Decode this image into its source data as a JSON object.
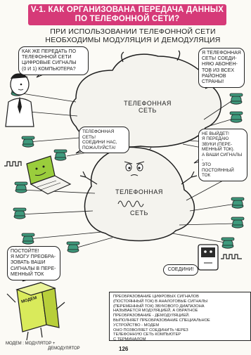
{
  "title": {
    "line1": "V-1. КАК ОРГАНИЗОВАНА ПЕРЕДАЧА ДАННЫХ",
    "line2": "ПО ТЕЛЕФОННОЙ СЕТИ?"
  },
  "subtitle": {
    "line1": "ПРИ ИСПОЛЬЗОВАНИИ ТЕЛЕФОННОЙ СЕТИ",
    "line2": "НЕОБХОДИМЫ МОДУЛЯЦИЯ И ДЕМОДУЛЯЦИЯ"
  },
  "bubbles": {
    "top_left": [
      "КАК ЖЕ ПЕРЕДАТЬ ПО",
      "ТЕЛЕФОННОЙ СЕТИ",
      "ЦИФРОВЫЕ СИГНАЛЫ",
      "(0 и 1) КОМПЬЮТЕРА?"
    ],
    "top_right": [
      "Я ТЕЛЕФОННАЯ",
      "СЕТЬ! СОЕДИ-",
      "НЯЮ АБОНЕН-",
      "ТОВ ИЗ ВСЕХ",
      "РАЙОНОВ",
      "СТРАНЫ!"
    ],
    "middle_left": [
      "ТЕЛЕФОННАЯ",
      "СЕТЬ!",
      "СОЕДИНИ НАС,",
      "ПОЖАЛУЙСТА!"
    ],
    "middle_right": [
      "НЕ ВЫЙДЕТ!",
      "Я ПЕРЕДАЮ",
      "ЗВУКИ (ПЕРЕ-",
      "МЕННЫЙ ТОК).",
      "А ВАШИ СИГНАЛЫ -",
      "ЭТО ПОСТОЯННЫЙ",
      "ТОК"
    ],
    "bottom_left": [
      "ПОСТОЙТЕ!",
      "Я МОГУ ПРЕОБРА-",
      "ЗОВАТЬ ВАШИ",
      "СИГНАЛЫ В ПЕРЕ-",
      "МЕННЫЙ ТОК"
    ],
    "bottom_right": [
      "СОЕДИНИ!"
    ]
  },
  "network_labels": {
    "top": [
      "ТЕЛЕФОННАЯ",
      "СЕТЬ"
    ],
    "middle": [
      "ТЕЛЕФОННАЯ",
      "СЕТЬ"
    ]
  },
  "modem": {
    "box_label": "МОДЕМ",
    "caption_line1": "МОДЕМ : МОДУЛЯТОР +",
    "caption_line2": "ДЕМОДУЛЯТОР"
  },
  "info_box": [
    "ПРЕОБРАЗОВАНИЕ ЦИФРОВЫХ СИГНАЛОВ",
    "(ПОСТОЯННЫЙ ТОК) В АНАЛОГОВЫЕ СИГНАЛЫ",
    "(ПЕРЕМЕННЫЙ ТОК) ЗВУКОВОГО ДИАПАЗОНА",
    "НАЗЫВАЕТСЯ МОДУЛЯЦИЕЙ, А ОБРАТНОЕ",
    "ПРЕОБРАЗОВАНИЕ - ДЕМОДУЛЯЦИЕЙ.",
    "ВЫПОЛНЯЕТ ПРЕОБРАЗОВАНИЕ СПЕЦИАЛЬНОЕ",
    "УСТРОЙСТВО - МОДЕМ",
    "ОНО ПОЗВОЛЯЕТ СОЕДИНИТЬ ЧЕРЕЗ",
    "ТЕЛЕФОННУЮ СЕТЬ КОМПЬЮТЕР",
    "С ТЕРМИНАЛОМ"
  ],
  "page_number": "126",
  "colors": {
    "banner": "#d63a78",
    "blob": "#f4f3ee",
    "phone": "#3f9a7d",
    "screen": "#9acd3c",
    "ink": "#1e1e1e",
    "paper": "#fbfaf5"
  }
}
